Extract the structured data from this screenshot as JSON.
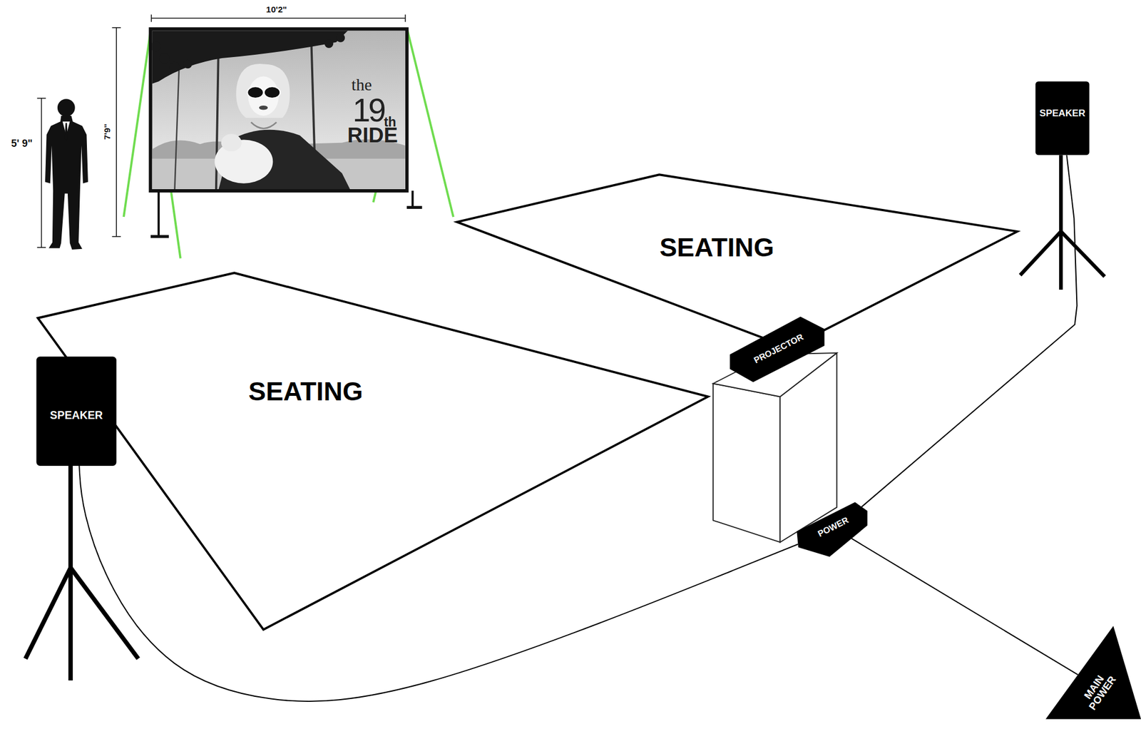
{
  "diagram": {
    "nodes": [
      {
        "text": [
          "SPEAKER"
        ]
      },
      {
        "text": [
          "SEATING"
        ]
      },
      {
        "text": [
          "SEATING"
        ]
      },
      {
        "text": [
          "PROJECTOR"
        ]
      },
      {
        "text": [
          "SPEAKER"
        ]
      },
      {
        "text": [
          "POWER"
        ]
      },
      {
        "text": [
          "MAIN POWER"
        ]
      }
    ],
    "edges": [
      {
        "from": 4,
        "to": 5,
        "arrow": "none"
      },
      {
        "from": 0,
        "to": 5,
        "arrow": "none"
      },
      {
        "from": 5,
        "to": 6,
        "arrow": "none"
      }
    ],
    "labels": [
      "10'2\"",
      "7'9\"",
      "5' 9\"",
      "the",
      "19",
      "th",
      "RIDE"
    ]
  }
}
